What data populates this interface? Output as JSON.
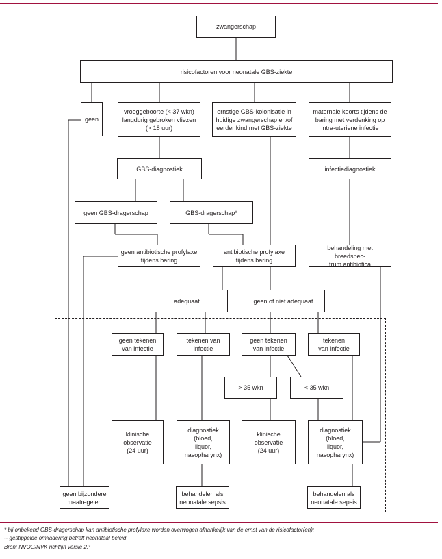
{
  "boxes": {
    "zwangerschap": "zwangerschap",
    "risicofactoren": "risicofactoren voor neonatale GBS-ziekte",
    "geen": "geen",
    "vroeggeboorte": "vroeggeboorte (< 37 wkn)\nlangdurig gebroken vliezen\n(> 18 uur)",
    "ernstige": "ernstige GBS-kolonisatie in\nhuidige zwangerschap en/of\neerder kind met GBS-ziekte",
    "maternale": "maternale koorts tijdens de\nbaring met verdenking op\nintra-uteriene infectie",
    "gbs_diagnostiek": "GBS-diagnostiek",
    "infectiediagnostiek": "infectiediagnostiek",
    "geen_gbs": "geen GBS-dragerschap",
    "gbs_drager": "GBS-dragerschap*",
    "geen_profylaxe": "geen antibiotische profylaxe\ntijdens baring",
    "profylaxe": "antibiotische profylaxe\ntijdens baring",
    "breedspectrum": "behandeling met breedspec-\ntrum antibiotica",
    "adequaat": "adequaat",
    "niet_adequaat": "geen of niet adequaat",
    "geen_tekenen_1": "geen tekenen\nvan infectie",
    "tekenen_1": "tekenen van\ninfectie",
    "geen_tekenen_2": "geen tekenen\nvan infectie",
    "tekenen_2": "tekenen\nvan infectie",
    "gt35": "> 35 wkn",
    "lt35": "< 35 wkn",
    "observatie_1": "klinische\nobservatie\n(24 uur)",
    "diagnostiek_1": "diagnostiek\n(bloed,\nliquor,\nnasopharynx)",
    "observatie_2": "klinische\nobservatie\n(24 uur)",
    "diagnostiek_2": "diagnostiek\n(bloed,\nliquor,\nnasopharynx)",
    "geen_bijzondere": "geen bijzondere\nmaatregelen",
    "behandelen_1": "behandelen als\nneonatale sepsis",
    "behandelen_2": "behandelen als\nneonatale sepsis"
  },
  "footnotes": {
    "line1": "* bij onbekend GBS-dragerschap kan antibiotische profylaxe worden overwogen afhankelijk van de ernst van de risicofactor(en);",
    "line2": "-- gestippelde omkadering betreft neonataal beleid",
    "line3": "Bron: NVOG/NVK richtlijn versie 2.²"
  },
  "colors": {
    "rule": "#a1123f",
    "line": "#231f20"
  }
}
